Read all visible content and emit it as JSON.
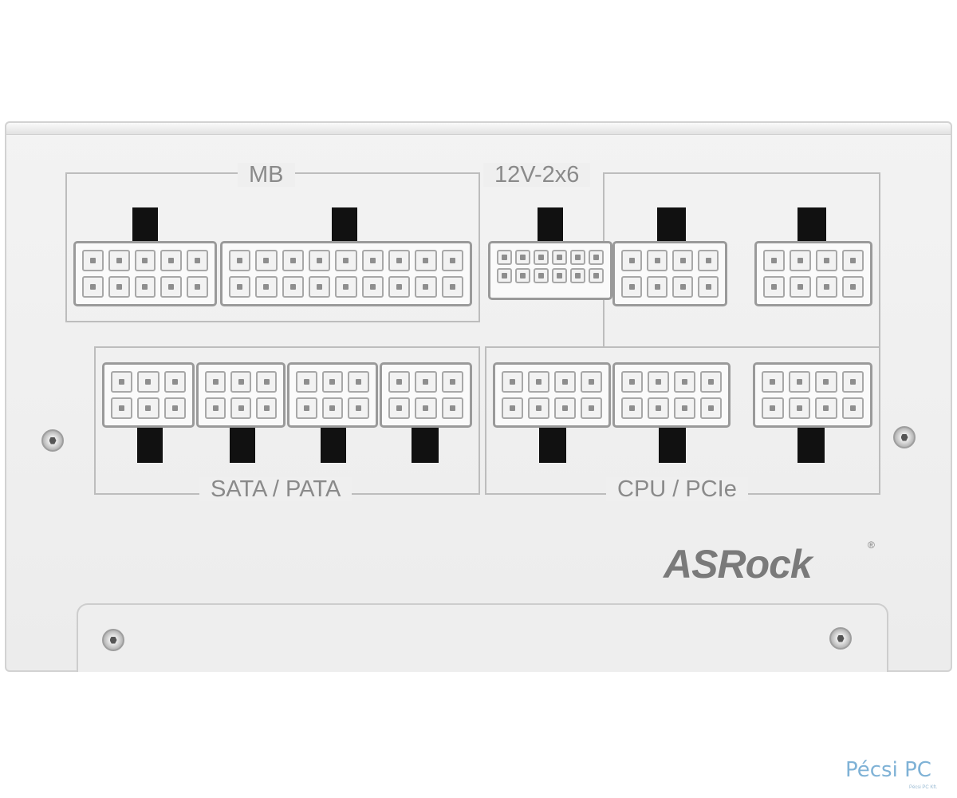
{
  "labels": {
    "mb": "MB",
    "v12": "12V-2x6",
    "sata": "SATA / PATA",
    "cpu": "CPU / PCIe"
  },
  "brand": {
    "logo": "ASRock",
    "reg": "®"
  },
  "watermark": {
    "text": "Pécsi PC",
    "sub": "Pécsi PC Kft."
  },
  "colors": {
    "panel": "#efefef",
    "outline": "#bdbdbd",
    "latch": "#111111",
    "label": "#8a8a8a"
  }
}
